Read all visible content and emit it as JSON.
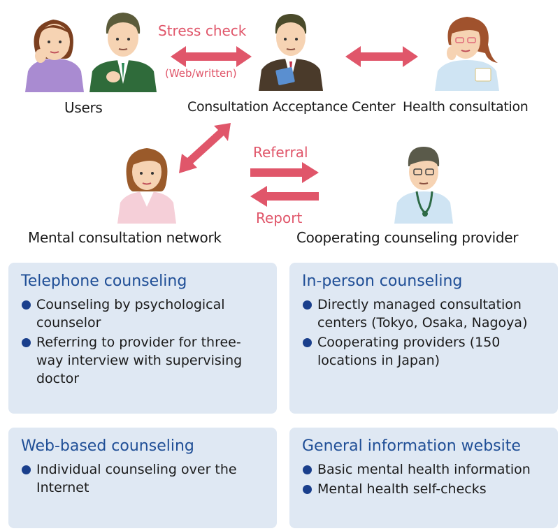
{
  "nodes": {
    "users": "Users",
    "center": "Consultation Acceptance Center",
    "health": "Health consultation",
    "mental": "Mental consultation network",
    "provider": "Cooperating counseling provider"
  },
  "arrows": {
    "stress_check": "Stress check",
    "stress_check_sub": "(Web/written)",
    "referral": "Referral",
    "report": "Report"
  },
  "colors": {
    "arrow": "#e0566a",
    "box_bg": "#dfe8f3",
    "box_title": "#1f4e96",
    "bullet": "#1a3f8c"
  },
  "boxes": [
    {
      "title": "Telephone counseling",
      "items": [
        "Counseling by psychological counselor",
        "Referring to provider for three-way interview with supervising doctor"
      ]
    },
    {
      "title": "In-person counseling",
      "items": [
        "Directly managed consultation centers (Tokyo, Osaka, Nagoya)",
        "Cooperating providers (150 locations in Japan)"
      ]
    },
    {
      "title": "Web-based counseling",
      "items": [
        "Individual counseling over the Internet"
      ]
    },
    {
      "title": "General information website",
      "items": [
        "Basic mental health information",
        "Mental health self-checks"
      ]
    }
  ]
}
